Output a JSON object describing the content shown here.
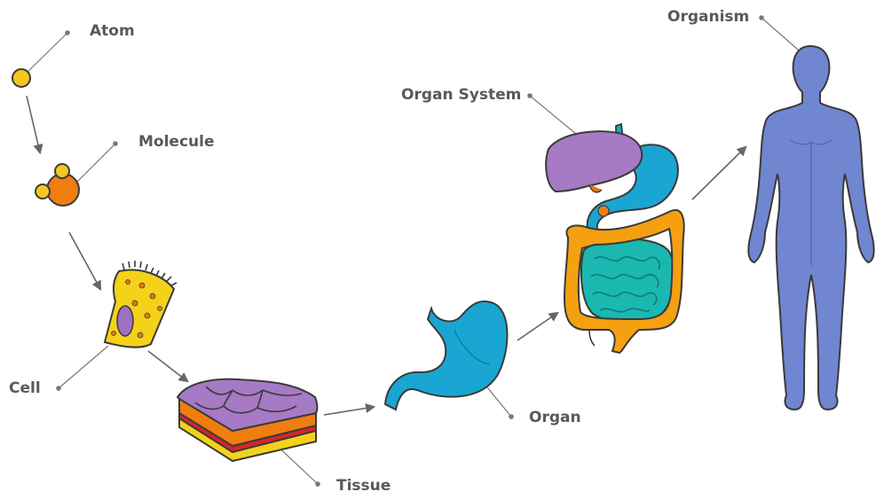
{
  "labels": {
    "atom": "Atom",
    "molecule": "Molecule",
    "cell": "Cell",
    "tissue": "Tissue",
    "organ": "Organ",
    "organ_system": "Organ System",
    "organism": "Organism"
  },
  "colors": {
    "atom": "#f2c820",
    "molecule": "#f07d10",
    "cell": "#f4d21a",
    "cell_nucleus": "#a070c0",
    "tissue_top": "#a67ac4",
    "tissue_side": "#f07d10",
    "tissue_stripe": "#d8242a",
    "organ": "#1aa6d2",
    "liver": "#a67ac4",
    "intestine_small": "#1ab8b0",
    "intestine_large": "#f4a010",
    "organism": "#7186d0",
    "arrow": "#666666",
    "leader_line": "#777777"
  }
}
